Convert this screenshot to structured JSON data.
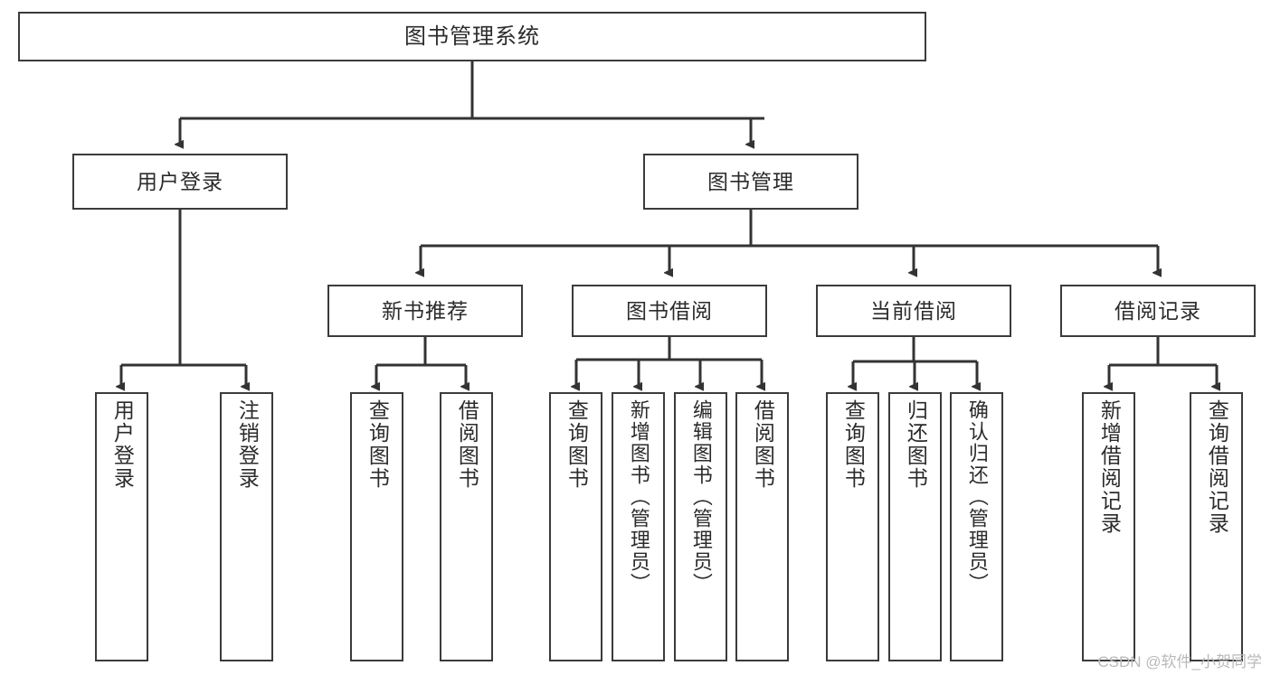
{
  "diagram": {
    "title": "图书管理系统",
    "type": "tree-hierarchy-diagram",
    "watermark": "CSDN @软件_小贺同学",
    "colors": {
      "box_border": "#3b3b3b",
      "box_fill": "#ffffff",
      "edge": "#333333",
      "text": "#2b2b2b",
      "watermark": "#b9b9b9",
      "background": "#ffffff"
    }
  },
  "nodes": {
    "root": {
      "label": "图书管理系统"
    },
    "level1": [
      {
        "id": "user-login",
        "label": "用户登录"
      },
      {
        "id": "book-manage",
        "label": "图书管理"
      }
    ],
    "level2": [
      {
        "id": "new-book-rec",
        "label": "新书推荐"
      },
      {
        "id": "book-borrow",
        "label": "图书借阅"
      },
      {
        "id": "current-borrow",
        "label": "当前借阅"
      },
      {
        "id": "borrow-record",
        "label": "借阅记录"
      }
    ],
    "leaves": {
      "user-login": [
        {
          "id": "leaf-user-login",
          "label": "用户登录"
        },
        {
          "id": "leaf-logout",
          "label": "注销登录"
        }
      ],
      "new-book-rec": [
        {
          "id": "leaf-query-book-1",
          "label": "查询图书"
        },
        {
          "id": "leaf-borrow-book-1",
          "label": "借阅图书"
        }
      ],
      "book-borrow": [
        {
          "id": "leaf-query-book-2",
          "label": "查询图书"
        },
        {
          "id": "leaf-add-book",
          "label": "新增图书（管理员）"
        },
        {
          "id": "leaf-edit-book",
          "label": "编辑图书（管理员）"
        },
        {
          "id": "leaf-borrow-book-2",
          "label": "借阅图书"
        }
      ],
      "current-borrow": [
        {
          "id": "leaf-query-book-3",
          "label": "查询图书"
        },
        {
          "id": "leaf-return-book",
          "label": "归还图书"
        },
        {
          "id": "leaf-confirm-return",
          "label": "确认归还（管理员）"
        }
      ],
      "borrow-record": [
        {
          "id": "leaf-add-record",
          "label": "新增借阅记录"
        },
        {
          "id": "leaf-query-record",
          "label": "查询借阅记录"
        }
      ]
    }
  }
}
